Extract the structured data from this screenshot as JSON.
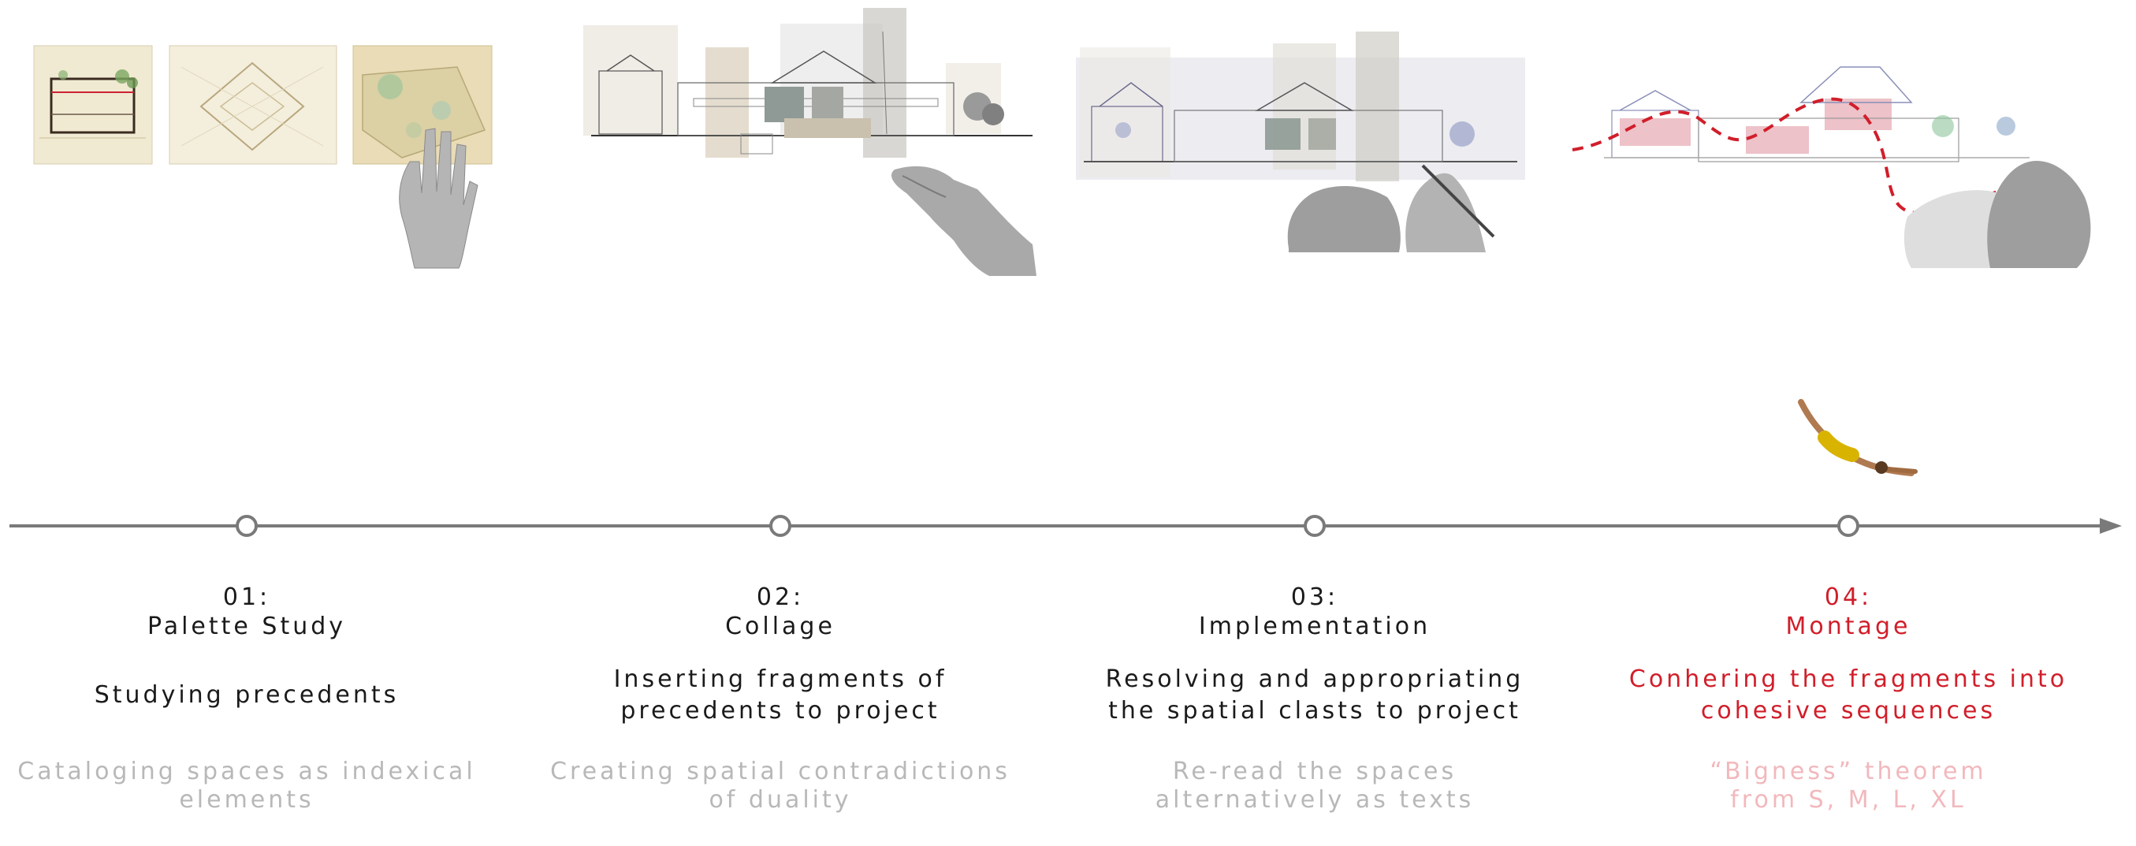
{
  "colors": {
    "timeline": "#7a7a7a",
    "text": "#1a1a1a",
    "muted": "#b8b8b8",
    "accent": "#d11e2a",
    "accent_muted": "#f2b8bc"
  },
  "stages": [
    {
      "number": "01:",
      "title": "Palette Study",
      "description": "Studying precedents",
      "detail_line1": "Cataloging spaces as indexical",
      "detail_line2": "elements"
    },
    {
      "number": "02:",
      "title": "Collage",
      "description_line1": "Inserting fragments of",
      "description_line2": "precedents to project",
      "detail_line1": "Creating spatial contradictions",
      "detail_line2": "of duality"
    },
    {
      "number": "03:",
      "title": "Implementation",
      "description_line1": "Resolving and appropriating",
      "description_line2": "the spatial clasts to project",
      "detail_line1": "Re-read the spaces",
      "detail_line2": "alternatively as texts"
    },
    {
      "number": "04:",
      "title": "Montage",
      "description_line1": "Conhering the fragments into",
      "description_line2": "cohesive sequences",
      "detail_line1": "“Bigness” theorem",
      "detail_line2": "from S, M, L, XL"
    }
  ]
}
